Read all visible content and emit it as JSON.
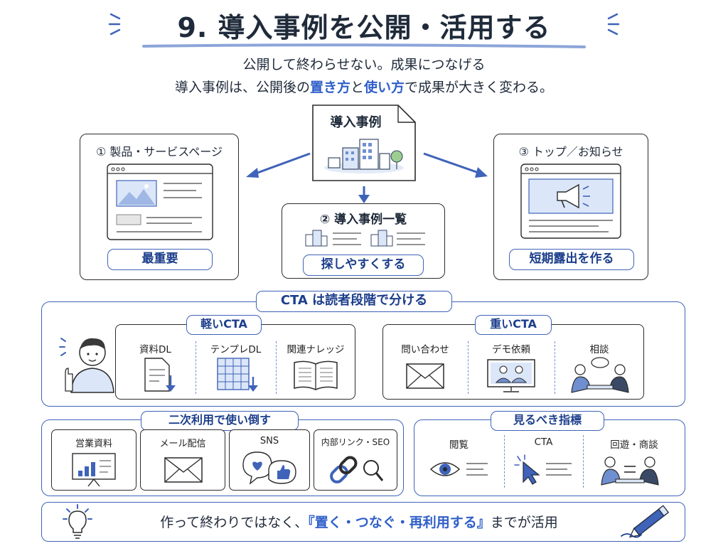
{
  "title": "9. 導入事例を公開・活用する",
  "subtitle": {
    "line1": "公開して終わらせない。成果につなげる",
    "line2_pre": "導入事例は、公開後の",
    "line2_hl1": "置き方",
    "line2_mid": "と",
    "line2_hl2": "使い方",
    "line2_post": "で成果が大きく変わる。"
  },
  "center": {
    "label": "導入事例"
  },
  "placements": [
    {
      "title": "① 製品・サービスページ",
      "tag": "最重要"
    },
    {
      "title": "② 導入事例一覧",
      "tag": "探しやすくする"
    },
    {
      "title": "③ トップ／お知らせ",
      "tag": "短期露出を作る"
    }
  ],
  "cta": {
    "header": "CTA は読者段階で分ける",
    "light": {
      "label": "軽いCTA",
      "items": [
        "資料DL",
        "テンプレDL",
        "関連ナレッジ"
      ]
    },
    "heavy": {
      "label": "重いCTA",
      "items": [
        "問い合わせ",
        "デモ依頼",
        "相談"
      ]
    }
  },
  "reuse": {
    "label": "二次利用で使い倒す",
    "items": [
      "営業資料",
      "メール配信",
      "SNS",
      "内部リンク・SEO"
    ]
  },
  "metrics": {
    "label": "見るべき指標",
    "items": [
      "閲覧",
      "CTA",
      "回遊・商談"
    ]
  },
  "footer": {
    "pre": "作って終わりではなく、",
    "hl": "『置く・つなぐ・再利用する』",
    "post": "までが活用"
  },
  "colors": {
    "accent": "#3f63b8",
    "accent_text": "#1c3e8c",
    "highlight": "#2f5fc9",
    "light_fill": "#dbe6f8"
  }
}
